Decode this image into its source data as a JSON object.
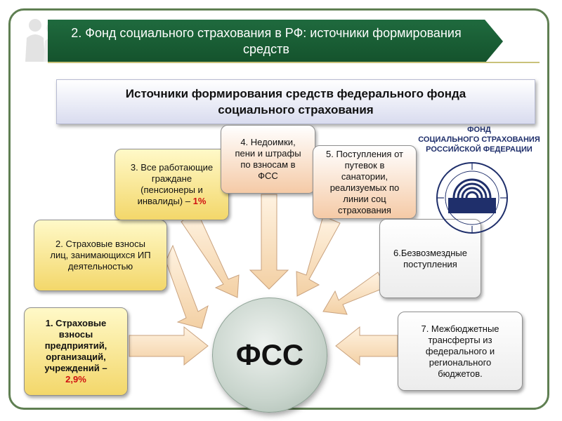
{
  "header": {
    "title": "2. Фонд социального страхования в РФ: источники формирования средств"
  },
  "subtitle": {
    "line1": "Источники формирования средств федерального фонда",
    "line2": "социального страхования"
  },
  "sources": [
    {
      "line1": "1. Страховые",
      "line2": "взносы",
      "line3": "предприятий,",
      "line4": "организаций,",
      "line5": "учреждений –",
      "highlight": "2,9%"
    },
    {
      "line1": "2. Страховые взносы",
      "line2": "лиц, занимающихся ИП",
      "line3": "деятельностью"
    },
    {
      "line1": "3. Все работающие",
      "line2": "граждане",
      "line3": "(пенсионеры и",
      "line4": "инвалиды) –",
      "highlight": "1%"
    },
    {
      "line1": "4. Недоимки,",
      "line2": "пени и штрафы",
      "line3": "по взносам в",
      "line4": "ФСС"
    },
    {
      "line1": "5. Поступления от",
      "line2": "путевок в",
      "line3": "санатории,",
      "line4": "реализуемых по",
      "line5": "линии соц",
      "line6": "страхования"
    },
    {
      "line1": "6.Безвозмездные",
      "line2": "поступления"
    },
    {
      "line1": "7. Межбюджетные",
      "line2": "трансферты из",
      "line3": "федерального и",
      "line4": "регионального",
      "line5": "бюджетов."
    }
  ],
  "center": {
    "label": "ФСС"
  },
  "logo": {
    "line1": "ФОНД",
    "line2": "СОЦИАЛЬНОГО СТРАХОВАНИЯ",
    "line3": "РОССИЙСКОЙ ФЕДЕРАЦИИ"
  },
  "colors": {
    "header_green": "#1f6a3e",
    "yellow_box": "#f3d76a",
    "peach_box": "#f5caa6",
    "arrow_fill": "#f7dcb5",
    "accent_red": "#d01010",
    "logo_blue": "#1f2f6b"
  }
}
